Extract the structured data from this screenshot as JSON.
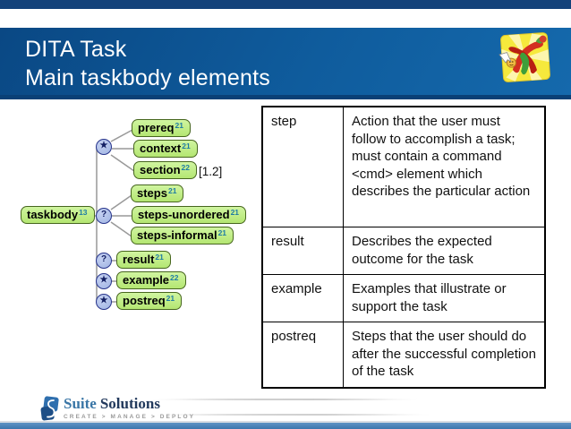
{
  "header": {
    "title": "DITA Task",
    "subtitle": "Main taskbody elements"
  },
  "icons": {
    "star": "★",
    "question": "?"
  },
  "diagram": {
    "root": {
      "label": "taskbody",
      "sup": "13"
    },
    "annotation": "[1.2]",
    "nodes": [
      {
        "label": "prereq",
        "sup": "21"
      },
      {
        "label": "context",
        "sup": "21"
      },
      {
        "label": "section",
        "sup": "22"
      },
      {
        "label": "steps",
        "sup": "21"
      },
      {
        "label": "steps-unordered",
        "sup": "21"
      },
      {
        "label": "steps-informal",
        "sup": "21"
      },
      {
        "label": "result",
        "sup": "21"
      },
      {
        "label": "example",
        "sup": "22"
      },
      {
        "label": "postreq",
        "sup": "21"
      }
    ]
  },
  "table": {
    "rows": [
      {
        "term": "step",
        "desc": "Action that the user must follow to accomplish a task; must contain a command <cmd> element which describes the particular action"
      },
      {
        "term": "result",
        "desc": "Describes the expected outcome for the task"
      },
      {
        "term": "example",
        "desc": "Examples that illustrate or support the task"
      },
      {
        "term": "postreq",
        "desc": "Steps that the user should do after the successful completion of the task"
      }
    ]
  },
  "footer": {
    "brand_primary": "Suite",
    "brand_secondary": "Solutions",
    "tagline": "CREATE > MANAGE > DEPLOY"
  },
  "colors": {
    "header_blue": "#0f5c9d",
    "header_border": "#0a4076",
    "top_bar": "#14427a",
    "bottom_bar": "#3d76ac",
    "node_fill": "#bdec7f",
    "node_border": "#47661f",
    "node_sup": "#1e7ca3",
    "connector_fill": "#a9bbe4",
    "connector_border": "#27348b",
    "line_gray": "#999999",
    "brand_blue": "#3a76a6",
    "brand_navy": "#22395c"
  }
}
